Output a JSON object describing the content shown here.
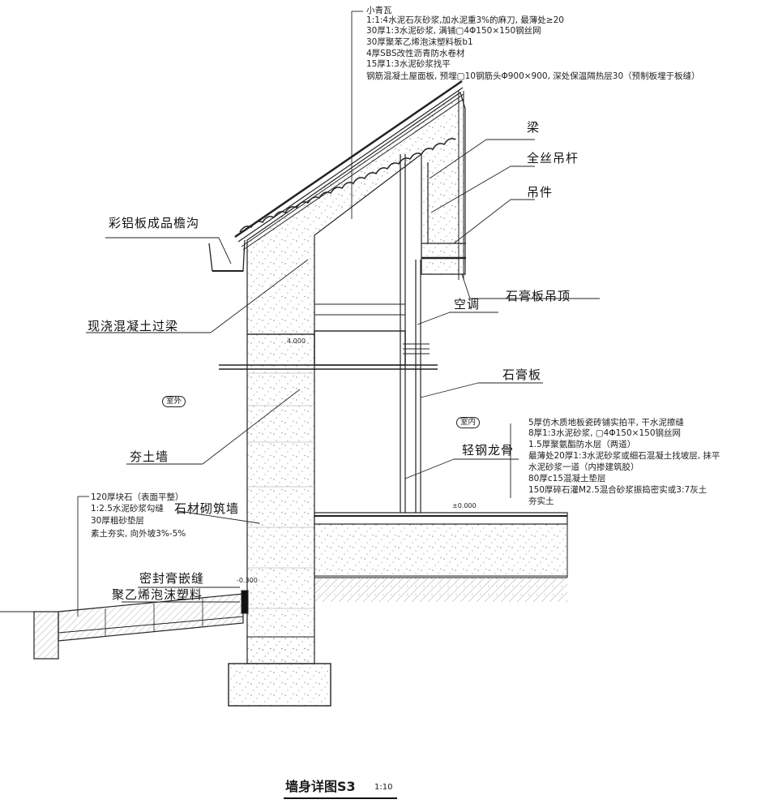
{
  "roof_layers": [
    "小青瓦",
    "1:1:4水泥石灰砂浆,加水泥重3%的麻刀, 最薄处≥20",
    "30厚1:3水泥砂浆, 满铺▢4Φ150×150钢丝网",
    "30厚聚苯乙烯泡沫塑料板b1",
    "4厚SBS改性沥青防水卷材",
    "15厚1:3水泥砂浆找平",
    "钢筋混凝土屋面板, 预埋▢10钢筋头Φ900×900, 深处保温隔热层30（预制板埋于板缝）"
  ],
  "labels": {
    "beam": "梁",
    "hanger_rod": "全丝吊杆",
    "hanger": "吊件",
    "gutter": "彩铝板成品檐沟",
    "lintel": "现浇混凝土过梁",
    "ac": "空调",
    "ceiling": "石膏板吊顶",
    "gypsum": "石膏板",
    "rammed_wall": "夯土墙",
    "steel_keel": "轻钢龙骨",
    "masonry_wall": "石材砌筑墙",
    "sealant": "密封膏嵌缝",
    "foam": "聚乙烯泡沫塑料"
  },
  "tags": {
    "outdoor": "室外",
    "indoor": "室内"
  },
  "elevations": {
    "sill": "4.000",
    "floor": "±0.000",
    "outdoor": "-0.300"
  },
  "floor_layers": [
    "5厚仿木质地板瓷砖铺实拍平, 干水泥擦缝",
    "8厚1:3水泥砂浆, ▢4Φ150×150钢丝网",
    "1.5厚聚氨酯防水层（两道）",
    "最薄处20厚1:3水泥砂浆或细石混凝土找坡层, 抹平",
    "水泥砂浆一道（内掺建筑胶）",
    "80厚c15混凝土垫层",
    "150厚碎石灌M2.5混合砂浆振捣密实或3:7灰土",
    "夯实土"
  ],
  "paving_layers": [
    "120厚块石（表面平整）",
    "1:2.5水泥砂浆勾缝",
    "30厚粗砂垫层",
    "素土夯实, 向外坡3%-5%"
  ],
  "title": "墙身详图S3",
  "scale": "1:10"
}
